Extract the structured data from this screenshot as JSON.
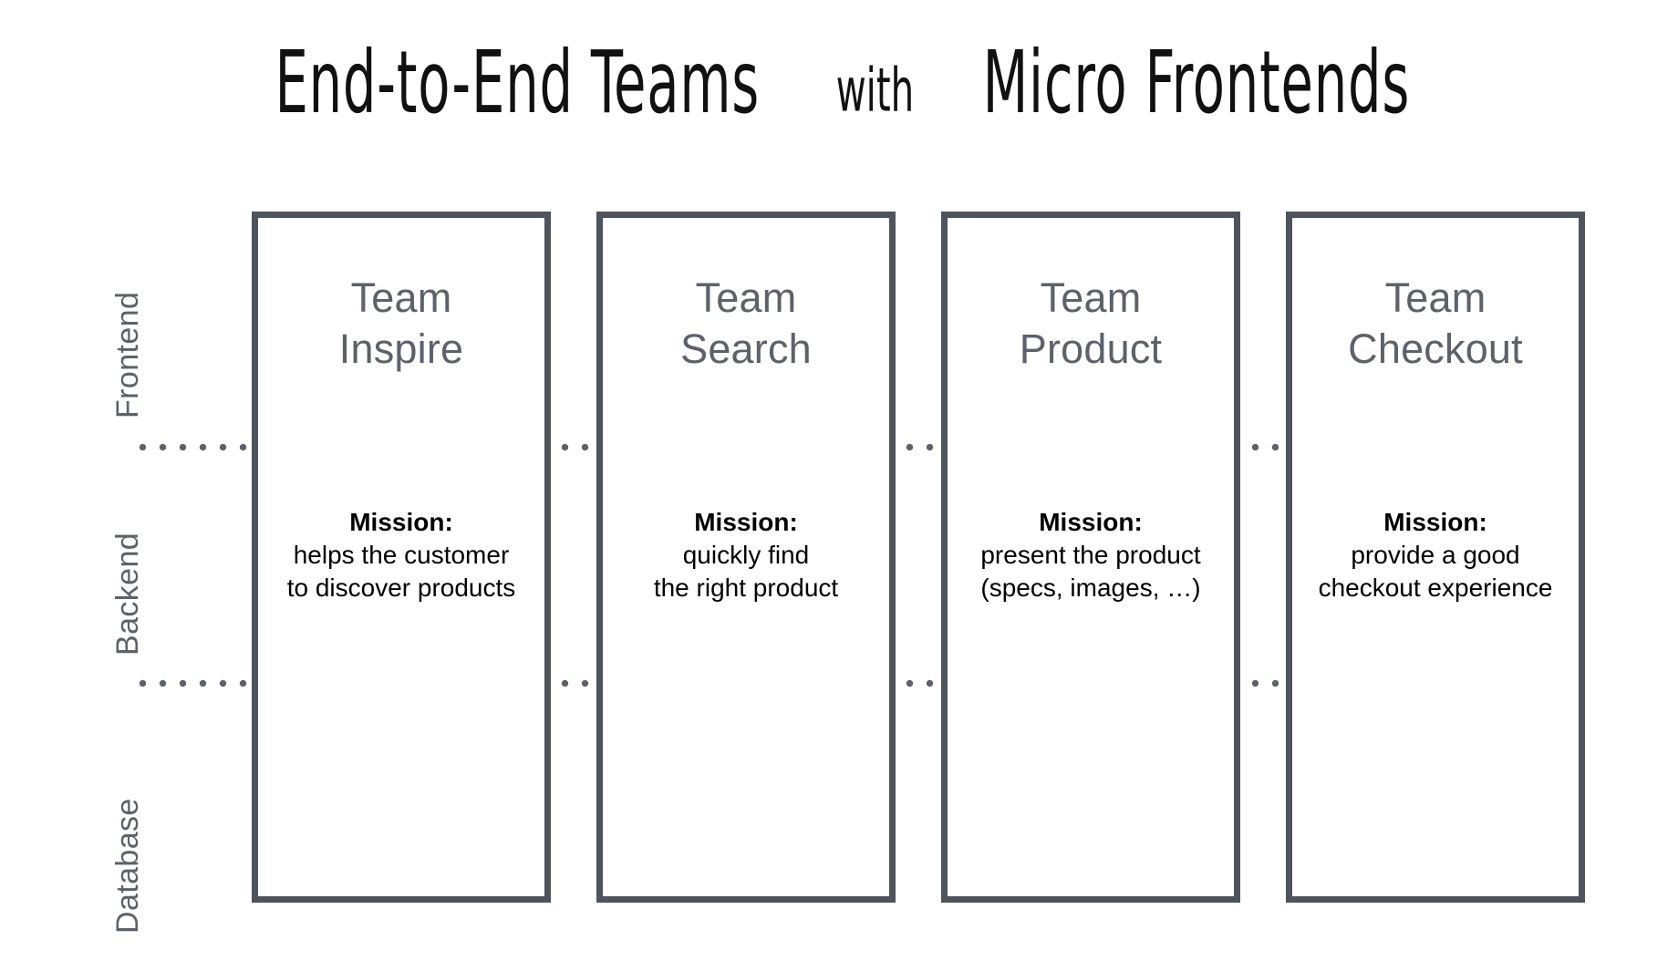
{
  "slide": {
    "background_color": "#ffffff",
    "title": {
      "part_main_1": "End-to-End Teams",
      "part_small": "with",
      "part_main_2": "Micro Frontends",
      "full_text": "End-to-End Teams with Micro Frontends",
      "color": "#111111"
    }
  },
  "axis": {
    "label_color": "#5c616a",
    "layers": [
      {
        "name": "frontend",
        "label": "Frontend"
      },
      {
        "name": "backend",
        "label": "Backend"
      },
      {
        "name": "database",
        "label": "Database"
      }
    ]
  },
  "separators": {
    "color": "#5c616a",
    "rows": [
      {
        "name": "frontend-backend-divider"
      },
      {
        "name": "backend-database-divider"
      }
    ]
  },
  "teams": [
    {
      "id": "inspire",
      "title_line_1": "Team",
      "title_line_2": "Inspire",
      "mission_label": "Mission:",
      "mission_line_1": "helps the customer",
      "mission_line_2": "to discover products",
      "border_color": "#4f535c",
      "title_color": "#5c616a"
    },
    {
      "id": "search",
      "title_line_1": "Team",
      "title_line_2": "Search",
      "mission_label": "Mission:",
      "mission_line_1": "quickly find",
      "mission_line_2": "the right product",
      "border_color": "#4f535c",
      "title_color": "#5c616a"
    },
    {
      "id": "product",
      "title_line_1": "Team",
      "title_line_2": "Product",
      "mission_label": "Mission:",
      "mission_line_1": "present the product",
      "mission_line_2": "(specs, images, …)",
      "border_color": "#4f535c",
      "title_color": "#5c616a"
    },
    {
      "id": "checkout",
      "title_line_1": "Team",
      "title_line_2": "Checkout",
      "mission_label": "Mission:",
      "mission_line_1": "provide a good",
      "mission_line_2": "checkout experience",
      "border_color": "#4f535c",
      "title_color": "#5c616a"
    }
  ]
}
